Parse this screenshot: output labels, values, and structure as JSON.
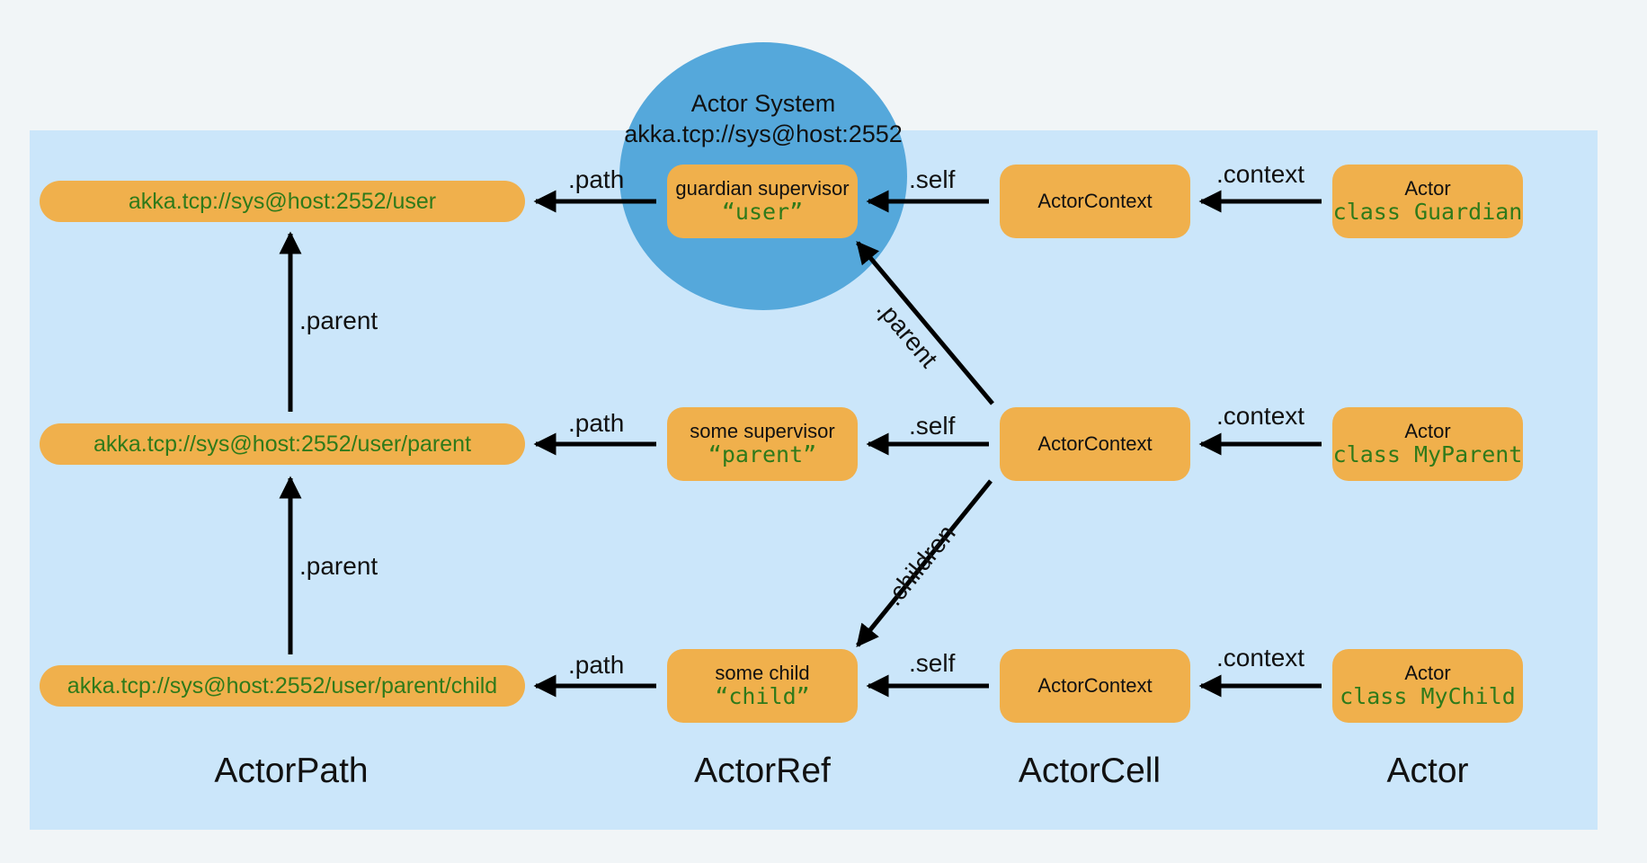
{
  "actor_system": {
    "title": "Actor System",
    "address": "akka.tcp://sys@host:2552"
  },
  "paths": [
    {
      "text": "akka.tcp://sys@host:2552/user"
    },
    {
      "text": "akka.tcp://sys@host:2552/user/parent"
    },
    {
      "text": "akka.tcp://sys@host:2552/user/parent/child"
    }
  ],
  "refs": [
    {
      "kind": "guardian supervisor",
      "name": "“user”"
    },
    {
      "kind": "some supervisor",
      "name": "“parent”"
    },
    {
      "kind": "some child",
      "name": "“child”"
    }
  ],
  "cells": [
    {
      "text": "ActorContext"
    },
    {
      "text": "ActorContext"
    },
    {
      "text": "ActorContext"
    }
  ],
  "actors": [
    {
      "kind": "Actor",
      "cls": "class Guardian"
    },
    {
      "kind": "Actor",
      "cls": "class MyParent"
    },
    {
      "kind": "Actor",
      "cls": "class MyChild"
    }
  ],
  "edge_labels": {
    "path": ".path",
    "self": ".self",
    "context": ".context",
    "parent": ".parent",
    "children": ".children"
  },
  "columns": {
    "path": "ActorPath",
    "ref": "ActorRef",
    "cell": "ActorCell",
    "actor": "Actor"
  },
  "colors": {
    "panel": "#cbe6fa",
    "system_circle": "#55a8db",
    "node": "#f0b04c",
    "code_text": "#2f7a1a"
  }
}
